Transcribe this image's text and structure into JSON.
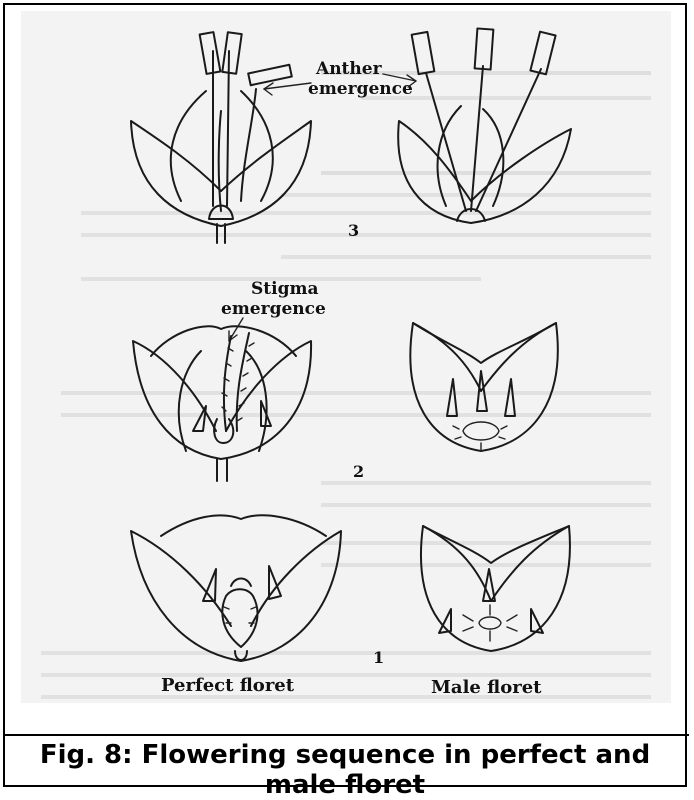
{
  "figure": {
    "labels": {
      "anther_emergence_line1": "Anther",
      "anther_emergence_line2": "emergence",
      "stigma_emergence_line1": "Stigma",
      "stigma_emergence_line2": "emergence",
      "stage_3": "3",
      "stage_2": "2",
      "stage_1": "1",
      "perfect_floret": "Perfect floret",
      "male_floret": "Male floret"
    }
  },
  "caption": {
    "line1": "Fig. 8: Flowering sequence in perfect and",
    "line2": "male floret"
  }
}
